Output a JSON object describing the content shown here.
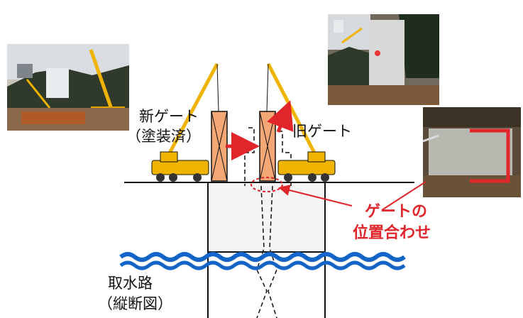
{
  "labels": {
    "new_gate": "新ゲート",
    "new_gate_note": "（塗装済）",
    "old_gate": "旧ゲート",
    "align_line1": "ゲートの",
    "align_line2": "位置合わせ",
    "channel_line1": "取水路",
    "channel_line2": "（縦断図）"
  },
  "colors": {
    "gate_fill": "#f2a774",
    "accent_red": "#e0262b",
    "crane_yellow": "#f0b400",
    "water_blue": "#1565c8"
  },
  "photos": [
    {
      "name": "photo-crane-lift"
    },
    {
      "name": "photo-old-gate"
    },
    {
      "name": "photo-gate-closeup"
    }
  ]
}
